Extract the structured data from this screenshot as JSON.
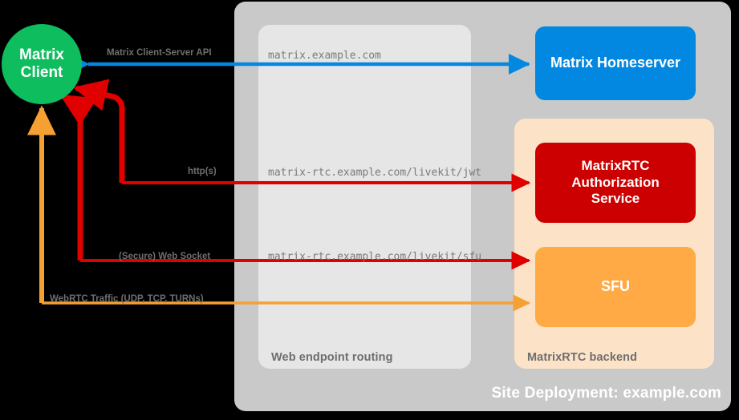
{
  "diagram": {
    "title": "Site Deployment: example.com",
    "colors": {
      "client_green": "#0DBD5E",
      "homeserver_blue": "#0288E0",
      "auth_red": "#CC0000",
      "sfu_orange": "#FFAA44",
      "site_panel_gray": "#C9C9C9",
      "routing_panel_gray": "#E6E6E6",
      "backend_panel_peach": "#FCE3C8",
      "label_gray": "#6E6E6E",
      "url_gray": "#7A7A7A",
      "background": "#000000"
    }
  },
  "nodes": {
    "client": {
      "label": "Matrix\nClient",
      "line1": "Matrix",
      "line2": "Client",
      "shape": "circle"
    },
    "homeserver": {
      "label": "Matrix Homeserver",
      "shape": "rounded-rect"
    },
    "auth_service": {
      "label": "MatrixRTC\nAuthorization\nService",
      "line1": "MatrixRTC",
      "line2": "Authorization",
      "line3": "Service",
      "shape": "rounded-rect"
    },
    "sfu": {
      "label": "SFU",
      "shape": "rounded-rect"
    }
  },
  "panels": {
    "site": {
      "label": "Site Deployment: example.com"
    },
    "routing": {
      "label": "Web endpoint routing"
    },
    "backend": {
      "label": "MatrixRTC backend"
    }
  },
  "edges": [
    {
      "id": "cs-api",
      "protocol_label": "Matrix Client-Server API",
      "url_label": "matrix.example.com",
      "color": "#0288E0",
      "from": "client",
      "to": "homeserver",
      "direction": "bidirectional"
    },
    {
      "id": "livekit-jwt",
      "protocol_label": "http(s)",
      "url_label": "matrix-rtc.example.com/livekit/jwt",
      "color": "#E00000",
      "from": "client",
      "to": "auth_service",
      "direction": "bidirectional"
    },
    {
      "id": "livekit-sfu",
      "protocol_label": "(Secure) Web Socket",
      "url_label": "matrix-rtc.example.com/livekit/sfu",
      "color": "#E00000",
      "from": "client",
      "to": "sfu",
      "direction": "bidirectional"
    },
    {
      "id": "webrtc",
      "protocol_label": "WebRTC Traffic (UDP, TCP, TURNs)",
      "url_label": "",
      "color": "#F5A033",
      "from": "client",
      "to": "sfu",
      "direction": "bidirectional"
    }
  ]
}
